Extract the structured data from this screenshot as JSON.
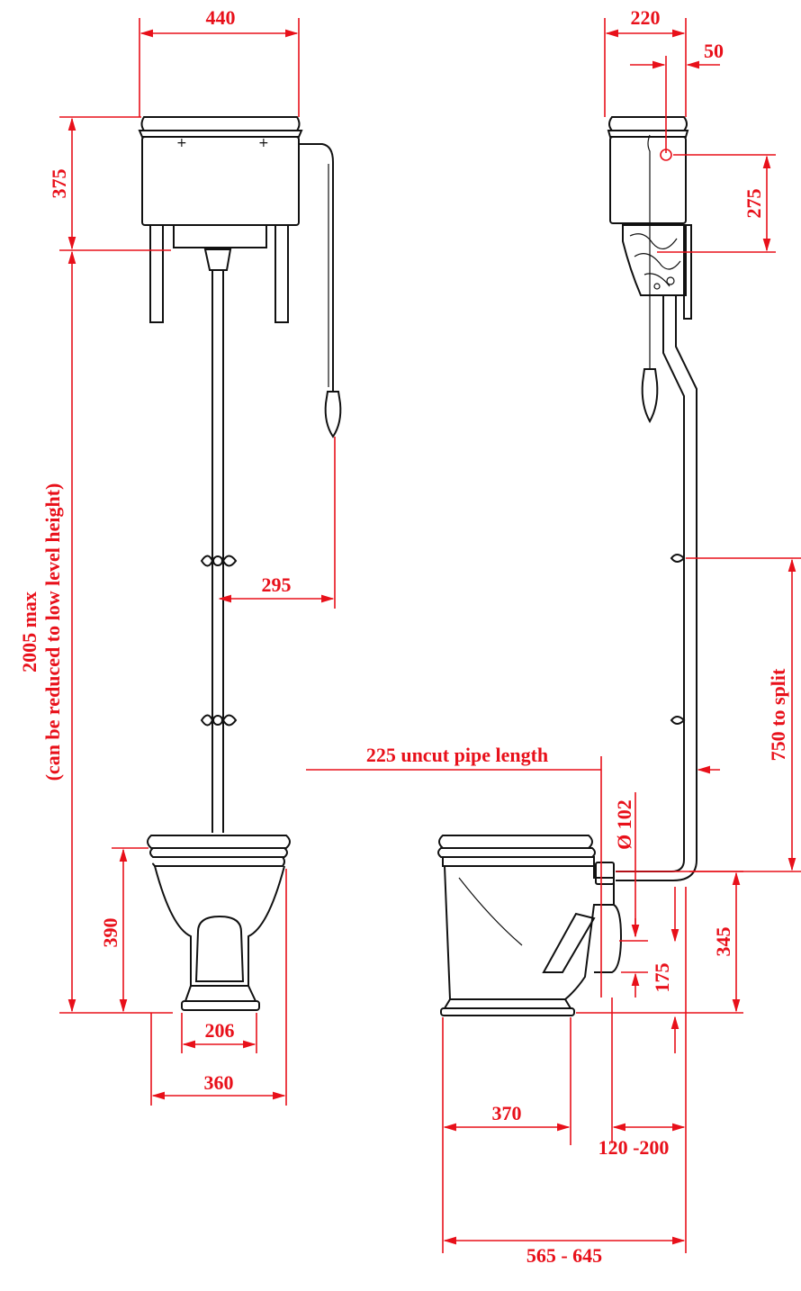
{
  "colors": {
    "dimension": "#e8101a",
    "drawing": "#111111"
  },
  "front_view": {
    "cistern_width": "440",
    "cistern_height": "375",
    "overall_height": "2005 max",
    "overall_height_note": "(can be reduced to low level height)",
    "pull_offset": "295",
    "pan_height": "390",
    "base_width": "206",
    "pan_width": "360"
  },
  "side_view": {
    "cistern_depth": "220",
    "cistern_offset": "50",
    "bracket_height": "275",
    "split_height": "750 to split",
    "pipe_length": "225 uncut pipe length",
    "outlet_diameter": "Ø 102",
    "outlet_height": "345",
    "outlet_low": "175",
    "pan_depth": "370",
    "wall_gap": "120 -200",
    "projection": "565 - 645"
  }
}
